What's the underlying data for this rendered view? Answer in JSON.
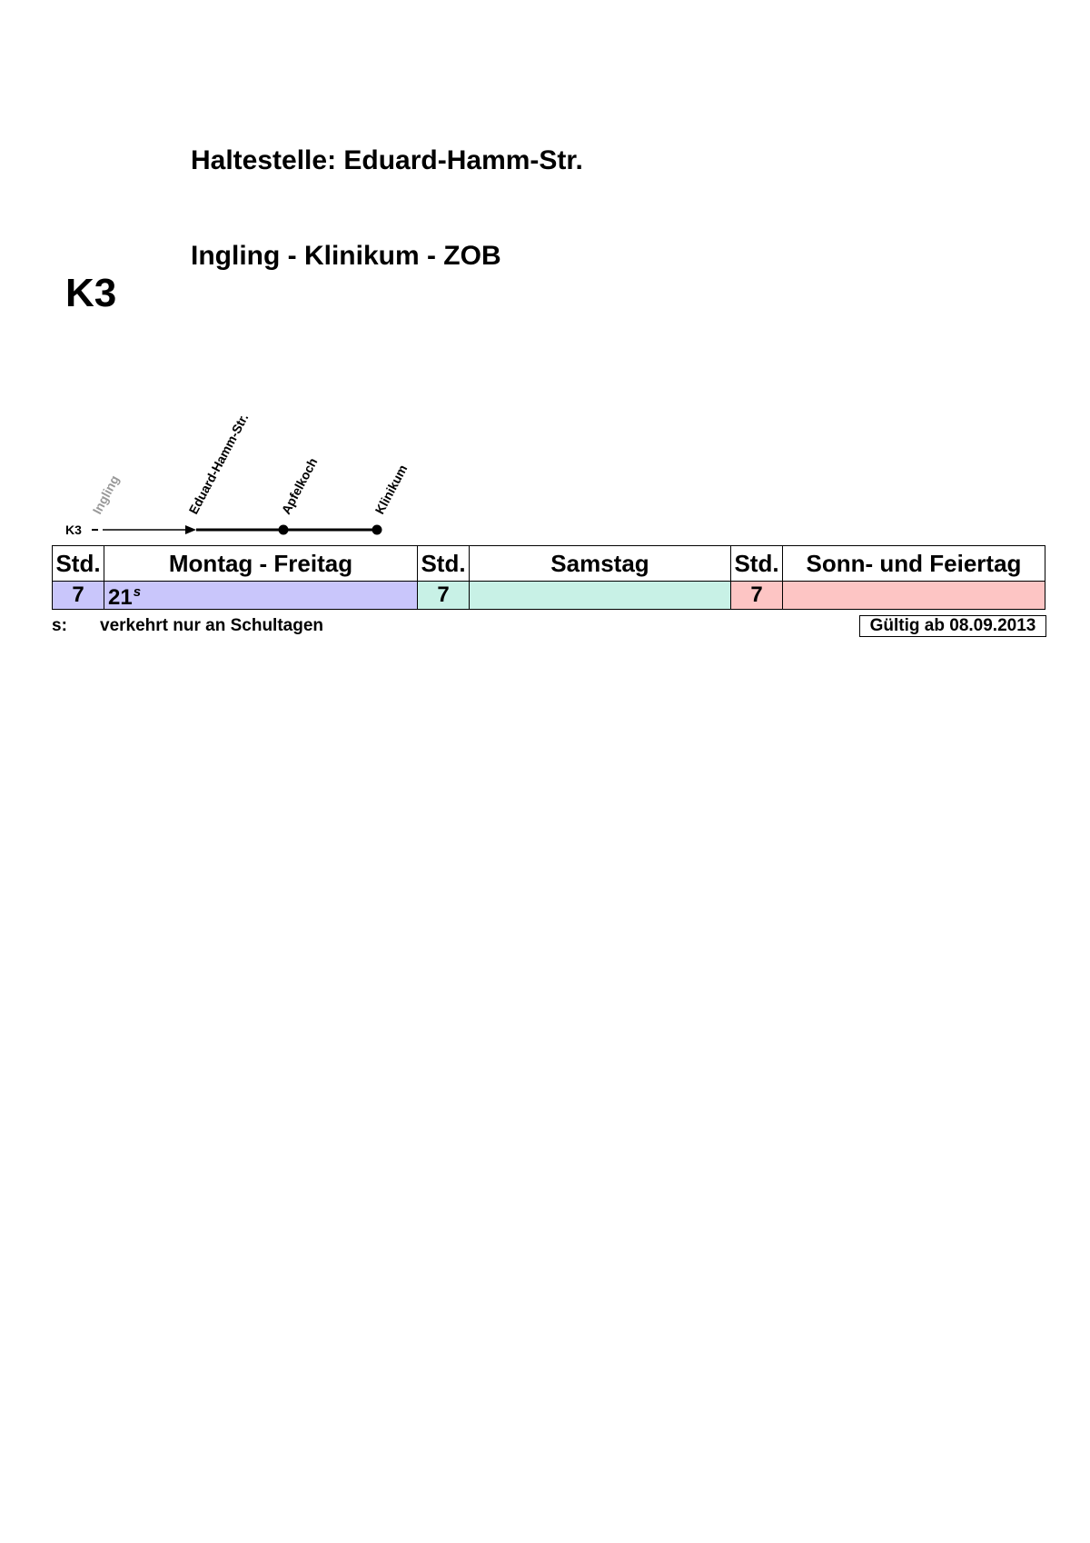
{
  "stop": {
    "label": "Haltestelle: Eduard-Hamm-Str."
  },
  "route": {
    "name": "Ingling - Klinikum - ZOB"
  },
  "line": {
    "number": "K3"
  },
  "diagram": {
    "line_label": "K3",
    "stops": [
      {
        "name": "Ingling",
        "status": "past"
      },
      {
        "name": "Eduard-Hamm-Str.",
        "status": "current"
      },
      {
        "name": "Apfelkoch",
        "status": "upcoming"
      },
      {
        "name": "Klinikum",
        "status": "upcoming"
      }
    ]
  },
  "timetable": {
    "headers": {
      "hour": "Std.",
      "weekday": "Montag - Freitag",
      "saturday": "Samstag",
      "sunday": "Sonn- und Feiertag"
    },
    "rows": [
      {
        "weekday_hour": "7",
        "weekday_minutes": "21",
        "weekday_note": "s",
        "saturday_hour": "7",
        "saturday_minutes": "",
        "sunday_hour": "7",
        "sunday_minutes": ""
      }
    ],
    "colors": {
      "weekday": "#c9c6fb",
      "saturday": "#c8f1e6",
      "sunday": "#fdc5c4"
    }
  },
  "footnote": {
    "key": "s:",
    "text": "verkehrt nur an Schultagen"
  },
  "validity": {
    "label": "Gültig ab 08.09.2013"
  }
}
